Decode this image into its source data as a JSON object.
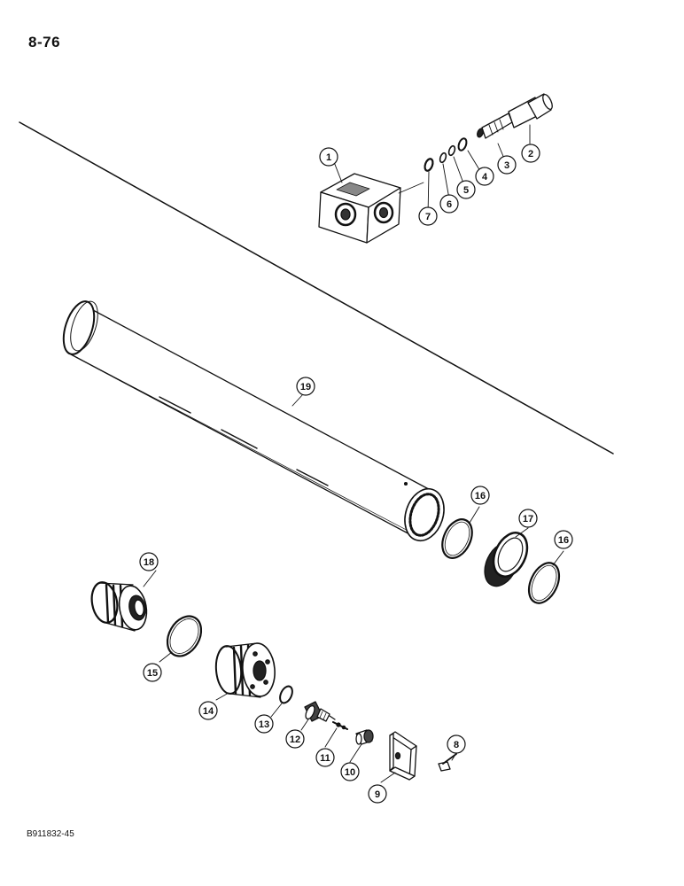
{
  "page": {
    "number": "8-76",
    "figure_id": "B911832-45"
  },
  "callouts": [
    {
      "id": "1",
      "part": "valve-block"
    },
    {
      "id": "2",
      "part": "relief-valve-cartridge"
    },
    {
      "id": "3",
      "part": "o-ring"
    },
    {
      "id": "4",
      "part": "backup-ring"
    },
    {
      "id": "5",
      "part": "o-ring"
    },
    {
      "id": "6",
      "part": "backup-ring"
    },
    {
      "id": "7",
      "part": "o-ring"
    },
    {
      "id": "8",
      "part": "bolt"
    },
    {
      "id": "9",
      "part": "bracket"
    },
    {
      "id": "10",
      "part": "cap"
    },
    {
      "id": "11",
      "part": "valve-core"
    },
    {
      "id": "12",
      "part": "fitting"
    },
    {
      "id": "13",
      "part": "o-ring"
    },
    {
      "id": "14",
      "part": "piston"
    },
    {
      "id": "15",
      "part": "seal-ring"
    },
    {
      "id": "16",
      "part": "backup-ring"
    },
    {
      "id": "17",
      "part": "seal"
    },
    {
      "id": "18",
      "part": "piston-head"
    },
    {
      "id": "19",
      "part": "cylinder-tube"
    }
  ],
  "colors": {
    "ink": "#111111",
    "paper": "#ffffff"
  }
}
